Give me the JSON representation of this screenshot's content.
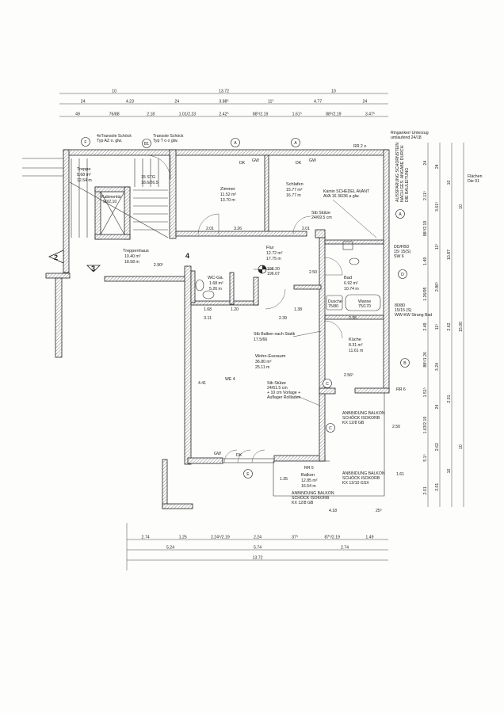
{
  "rooms": {
    "treppe": {
      "name": "Treppe",
      "area": "5.68 m²",
      "perimeter": "12.54 m"
    },
    "stairs": {
      "name": "15 STG",
      "ratio": "18.6/26.5"
    },
    "kabine": {
      "name": "Kabinentür",
      "size": "90/2,10"
    },
    "zimmer": {
      "name": "Zimmer",
      "area": "11.52 m²",
      "perimeter": "13.70 m"
    },
    "schlafen": {
      "name": "Schlafen",
      "area": "15.77 m²",
      "perimeter": "16.77 m"
    },
    "flur": {
      "name": "Flur",
      "area": "12.72 m²",
      "perimeter": "17.75 m"
    },
    "treppenhaus": {
      "name": "Treppenhaus",
      "area": "10.40 m²",
      "perimeter": "18.58 m"
    },
    "wc": {
      "name": "WC-Gä.",
      "area": "1.68 m²",
      "perimeter": "5.26 m"
    },
    "bad": {
      "name": "Bad",
      "area": "6.92 m²",
      "perimeter": "10.74 m"
    },
    "kueche": {
      "name": "Küche",
      "area": "8.31 m²",
      "perimeter": "11.61 m"
    },
    "wohn": {
      "name": "Wohn-Essraum",
      "area": "36.80 m²",
      "perimeter": "25.11 m"
    },
    "balkon": {
      "name": "Balkon",
      "area": "12.85 m²",
      "perimeter": "16.54 m"
    },
    "unit": "WE 4"
  },
  "annotations": {
    "transole1": [
      "4xTransole Schöck",
      "Typ AZ o. glw."
    ],
    "transole2": [
      "Transole Schöck",
      "Typ T o o glw."
    ],
    "kamin": [
      "Kamin SCHEDEL AVANT",
      "AVA 16    36/36 a glw."
    ],
    "stuetze1": [
      "Stb Stütze",
      "24/69.5 cm"
    ],
    "balken": [
      "Stb Balken nach Statik",
      "17.5/66"
    ],
    "stuetze2": [
      "Stb Stütze",
      "24/61.5 cm",
      "+ 10 cm Vorlage +",
      "Auflager Rollladen"
    ],
    "ringanker": [
      "Ringanker/ Unterzug",
      "umlaufend 24/18"
    ],
    "aussparung": [
      "AUSSPARUNG SCHORNSTEIN",
      "NACH GES. ANGABE DURCH",
      "DIE BAULEITUNG"
    ],
    "ddfbd": [
      "DD/FBD",
      "15/ 15(S)",
      "SW 6"
    ],
    "strang": [
      "80/80",
      "15/15 (S)",
      "WW-KW Strang Bad"
    ],
    "flaechen": [
      "Flächen",
      "Die 01"
    ],
    "anb1": [
      "ANBINDUNG BALKON",
      "SCHÖCK ISOKORB",
      "KX 12/8 GB"
    ],
    "anb2": [
      "ANBINDUNG BALKON",
      "SCHÖCK ISOKORB",
      "KX 12/10 GSX"
    ],
    "anb3": [
      "ANBINDUNG BALKON",
      "SCHÖCK ISOKORB",
      "KX 12/8 GB"
    ],
    "level": [
      "196.20",
      "196.07"
    ],
    "dusche": [
      "Dusche",
      "75/80"
    ],
    "wanne": [
      "Wanne",
      "75/170"
    ],
    "rr2": "RR 2 o",
    "rr5": "RR 5",
    "rr6": "RR 6",
    "gw": "GW",
    "dk": "DK"
  },
  "axes": [
    "F",
    "B1",
    "A",
    "A",
    "A",
    "D",
    "B",
    "C",
    "C",
    "E"
  ],
  "sections": [
    "2",
    "3",
    "4"
  ],
  "dimensions": {
    "top": [
      [
        "10",
        "13.72",
        "10"
      ],
      [
        "24",
        "4.23",
        "24",
        "3.88⁵",
        "11⁵",
        "4.77",
        "24"
      ],
      [
        "49",
        "76/88",
        "2.18",
        "1.01/2.23",
        "2.42⁵",
        "88⁵/2.19",
        "1.61⁵",
        "88⁵/2.19",
        "3.47⁵"
      ]
    ],
    "bottom": [
      [
        "2.74",
        "1.25",
        "2.24⁵/2.19",
        "2.24",
        "37⁵",
        "87⁵/2.19",
        "1.49"
      ],
      [
        "5.24",
        "5.74",
        "2.74"
      ],
      [
        "13.72"
      ]
    ],
    "right": [
      [
        "24",
        "2.11⁵",
        "88⁵/2.19",
        "1.49",
        "1.26/95",
        "2.49",
        "88⁵/1.26",
        "1.51⁵",
        "1.63/2.19",
        "5.1⁵",
        "2.01"
      ],
      [
        "24",
        "3.61⁵",
        "11⁵",
        "2.86⁵",
        "11⁵",
        "3.24",
        "24",
        "2.62",
        "2.01"
      ],
      [
        "10",
        "10.87",
        "2.62",
        "2.01",
        "10"
      ],
      [
        "10",
        "15.00",
        "10"
      ]
    ],
    "inner": [
      "3.26",
      "2.01",
      "2.01",
      "2.90⁵",
      "1.68",
      "1.20",
      "1.38",
      "3.11",
      "2.39",
      "2.35",
      "2.56⁵",
      "2.50",
      "4.41",
      "2.50",
      "1.61",
      "4.18",
      "25⁵",
      "1.35"
    ]
  }
}
